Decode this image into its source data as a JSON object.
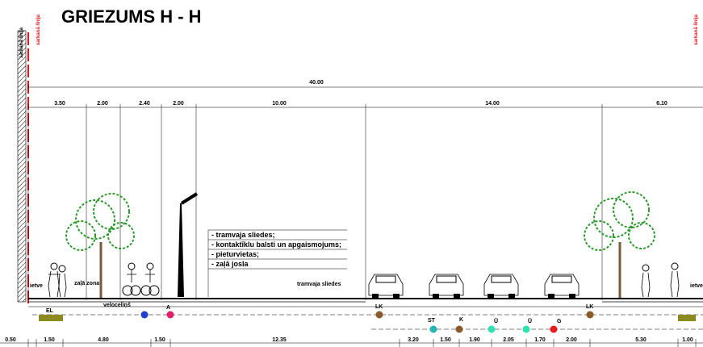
{
  "title": "GRIEZUMS H - H",
  "boundary_labels": {
    "left_black": "sarkanā līnija",
    "left_red": "sarkanā līnija",
    "right_red": "sarkanā līnija"
  },
  "overall_width": "40.00",
  "top_dims": [
    "3.50",
    "2.00",
    "2.40",
    "2.00",
    "10.00",
    "14.00",
    "6.10"
  ],
  "bottom_dims": [
    "0.50",
    "1.50",
    "4.80",
    "1.50",
    "12.35",
    "3.20",
    "1.50",
    "1.90",
    "2.05",
    "1.70",
    "2.00",
    "5.30",
    "1.00"
  ],
  "labels": {
    "sidewalk_left": "ietve",
    "green_zone": "zaļā zona",
    "bike_lane": "veloceliņš",
    "tram_tracks": "tramvaja sliedes",
    "sidewalk_right": "ietve"
  },
  "notes": [
    "- tramvaja sliedes;",
    "- kontaktīklu balsti un apgaismojums;",
    "- pieturvietas;",
    "- zaļā josla"
  ],
  "utilities": [
    {
      "code": "EL",
      "color": "#8a8a1e"
    },
    {
      "code": "",
      "color": "#1f3fcf"
    },
    {
      "code": "A",
      "color": "#e0206a"
    },
    {
      "code": "LK",
      "color": "#8b5a2b"
    },
    {
      "code": "ST",
      "color": "#25b6b0"
    },
    {
      "code": "K",
      "color": "#8b5a2b"
    },
    {
      "code": "Ū",
      "color": "#2fe0b0"
    },
    {
      "code": "Ū",
      "color": "#2fe0b0"
    },
    {
      "code": "G",
      "color": "#e81c1c"
    },
    {
      "code": "LK",
      "color": "#8b5a2b"
    },
    {
      "code": "",
      "color": "#8a8a1e"
    }
  ],
  "colors": {
    "boundary_red": "#e8141b",
    "tree": "#2e9a2e",
    "ground": "#000000"
  }
}
